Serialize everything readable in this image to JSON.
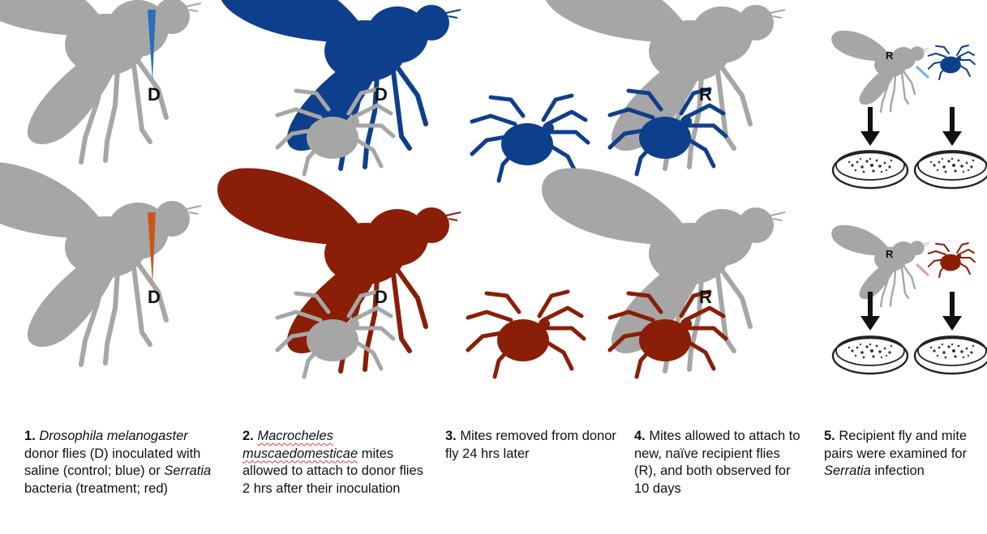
{
  "colors": {
    "fly": "#a6a6a6",
    "control_blue": "#0e3f8c",
    "treatment_red": "#8a1e07",
    "needle_blue": "#2a6fb8",
    "needle_red": "#c6561b"
  },
  "labels": {
    "donor": "D",
    "recipient": "R"
  },
  "steps": [
    {
      "number": "1.",
      "parts": [
        {
          "text": "Drosophila melanogaster",
          "style": "italic"
        },
        {
          "text": " donor flies (D) inoculated with saline (control; blue) or ",
          "style": "normal"
        },
        {
          "text": "Serratia",
          "style": "italic"
        },
        {
          "text": " bacteria (treatment; red)",
          "style": "normal"
        }
      ]
    },
    {
      "number": "2.",
      "parts": [
        {
          "text": "Macrocheles muscaedomesticae",
          "style": "italic-squiggle"
        },
        {
          "text": " mites allowed to attach to donor flies 2 hrs after their inoculation",
          "style": "normal"
        }
      ]
    },
    {
      "number": "3.",
      "parts": [
        {
          "text": "Mites removed from donor fly 24 hrs later",
          "style": "normal"
        }
      ]
    },
    {
      "number": "4.",
      "parts": [
        {
          "text": "Mites allowed to attach to new, naïve recipient flies (R), and both observed for 10 days",
          "style": "normal"
        }
      ]
    },
    {
      "number": "5.",
      "parts": [
        {
          "text": "Recipient fly and mite pairs were examined for ",
          "style": "normal"
        },
        {
          "text": "Serratia",
          "style": "italic"
        },
        {
          "text": " infection",
          "style": "normal"
        }
      ]
    }
  ]
}
